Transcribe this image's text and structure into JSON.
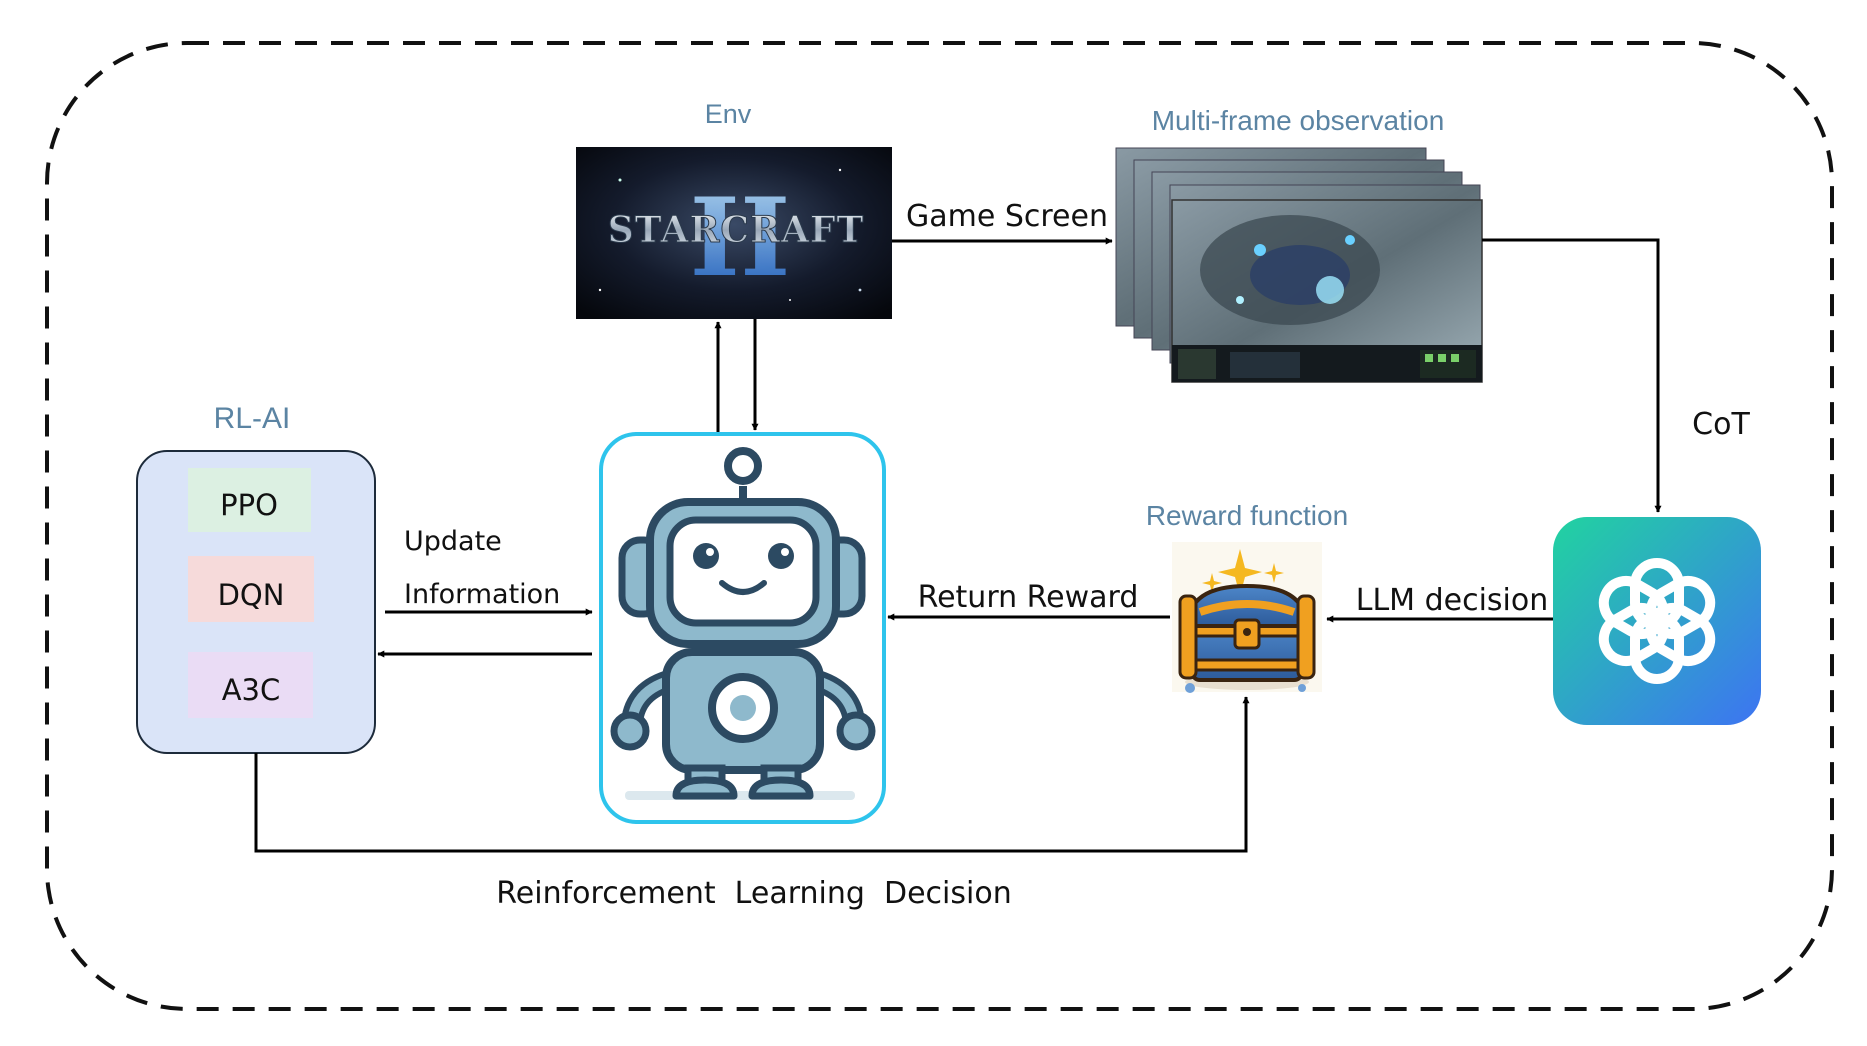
{
  "env": {
    "label": "Env",
    "logo_text": "STARCRAFT",
    "logo_numeral": "II"
  },
  "observation": {
    "label": "Multi-frame observation"
  },
  "rl_ai": {
    "label": "RL-AI",
    "algorithms": [
      "PPO",
      "DQN",
      "A3C"
    ]
  },
  "reward": {
    "label": "Reward function"
  },
  "edges": {
    "game_screen": "Game Screen",
    "cot": "CoT",
    "llm_decision": "LLM decision",
    "return_reward": "Return Reward",
    "update_line1": "Update",
    "update_line2": "Information",
    "rl_decision": "Reinforcement  Learning  Decision"
  },
  "icons": {
    "env": "starcraft-logo-icon",
    "agent": "robot-icon",
    "reward": "treasure-chest-icon",
    "llm": "openai-logo-icon"
  },
  "colors": {
    "label_blue": "#5b84a3",
    "rl_box_fill": "#dae4f8",
    "ppo_fill": "#dcf0e2",
    "dqn_fill": "#f6dada",
    "a3c_fill": "#eadcf5",
    "agent_border": "#2ec4ec",
    "llm_gradient_top": "#22d0a0",
    "llm_gradient_bottom": "#3d7ef0"
  }
}
